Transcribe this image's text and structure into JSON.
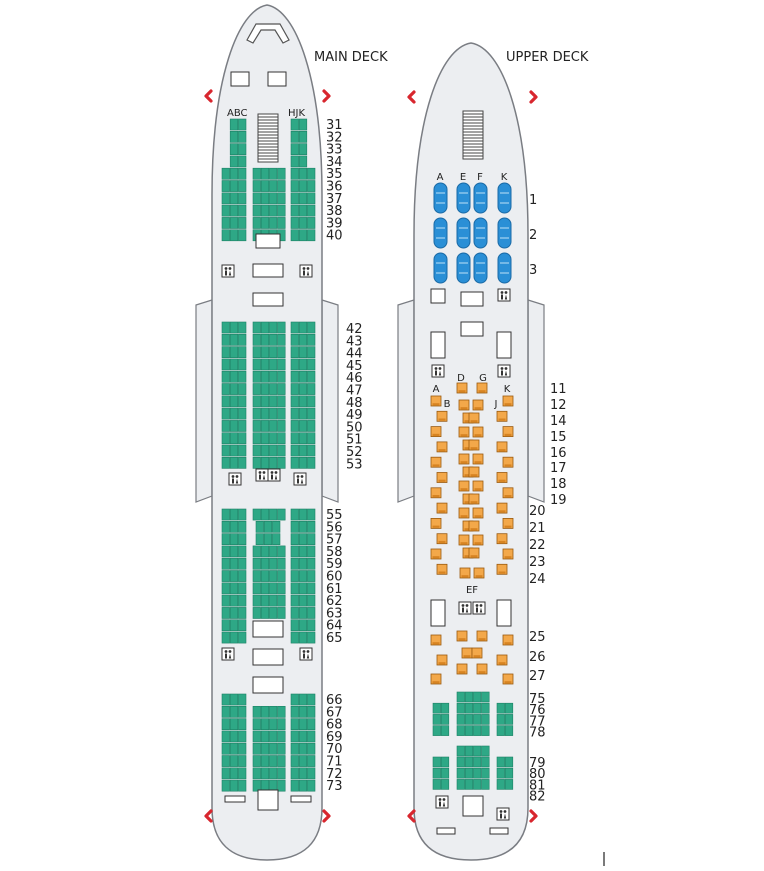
{
  "labels": {
    "main_deck": "MAIN DECK",
    "upper_deck": "UPPER DECK"
  },
  "colors": {
    "economy": "#2ea886",
    "first": "#2a8fd6",
    "business": "#f3a84a",
    "exit_arrow": "#d8262e",
    "fuselage_fill": "#eceef1",
    "fuselage_stroke": "#7a7d83"
  },
  "icons": [
    "exit-arrow-icon",
    "lavatory-icon",
    "galley-icon"
  ],
  "main_deck": {
    "col_left": "ABC",
    "col_right": "HJK",
    "row_groups": [
      [
        "31",
        "32",
        "33",
        "34",
        "35",
        "36",
        "37",
        "38",
        "39",
        "40"
      ],
      [
        "42",
        "43",
        "44",
        "45",
        "46",
        "47",
        "48",
        "49",
        "50",
        "51",
        "52",
        "53"
      ],
      [
        "55",
        "56",
        "57",
        "58",
        "59",
        "60",
        "61",
        "62",
        "63",
        "64",
        "65"
      ],
      [
        "66",
        "67",
        "68",
        "69",
        "70",
        "71",
        "72",
        "73"
      ]
    ]
  },
  "upper_deck": {
    "first_cols": [
      "A",
      "E",
      "F",
      "K"
    ],
    "first_rows": [
      "1",
      "2",
      "3"
    ],
    "business_cols": [
      "A",
      "B",
      "D",
      "G",
      "J",
      "K"
    ],
    "business_center_cols": "EF",
    "business_rows": [
      "11",
      "12",
      "14",
      "15",
      "16",
      "17",
      "18",
      "19",
      "20",
      "21",
      "22",
      "23",
      "24",
      "25",
      "26",
      "27"
    ],
    "premium_rows": [
      "75",
      "76",
      "77",
      "78"
    ],
    "rear_rows": [
      "79",
      "80",
      "81",
      "82"
    ]
  }
}
